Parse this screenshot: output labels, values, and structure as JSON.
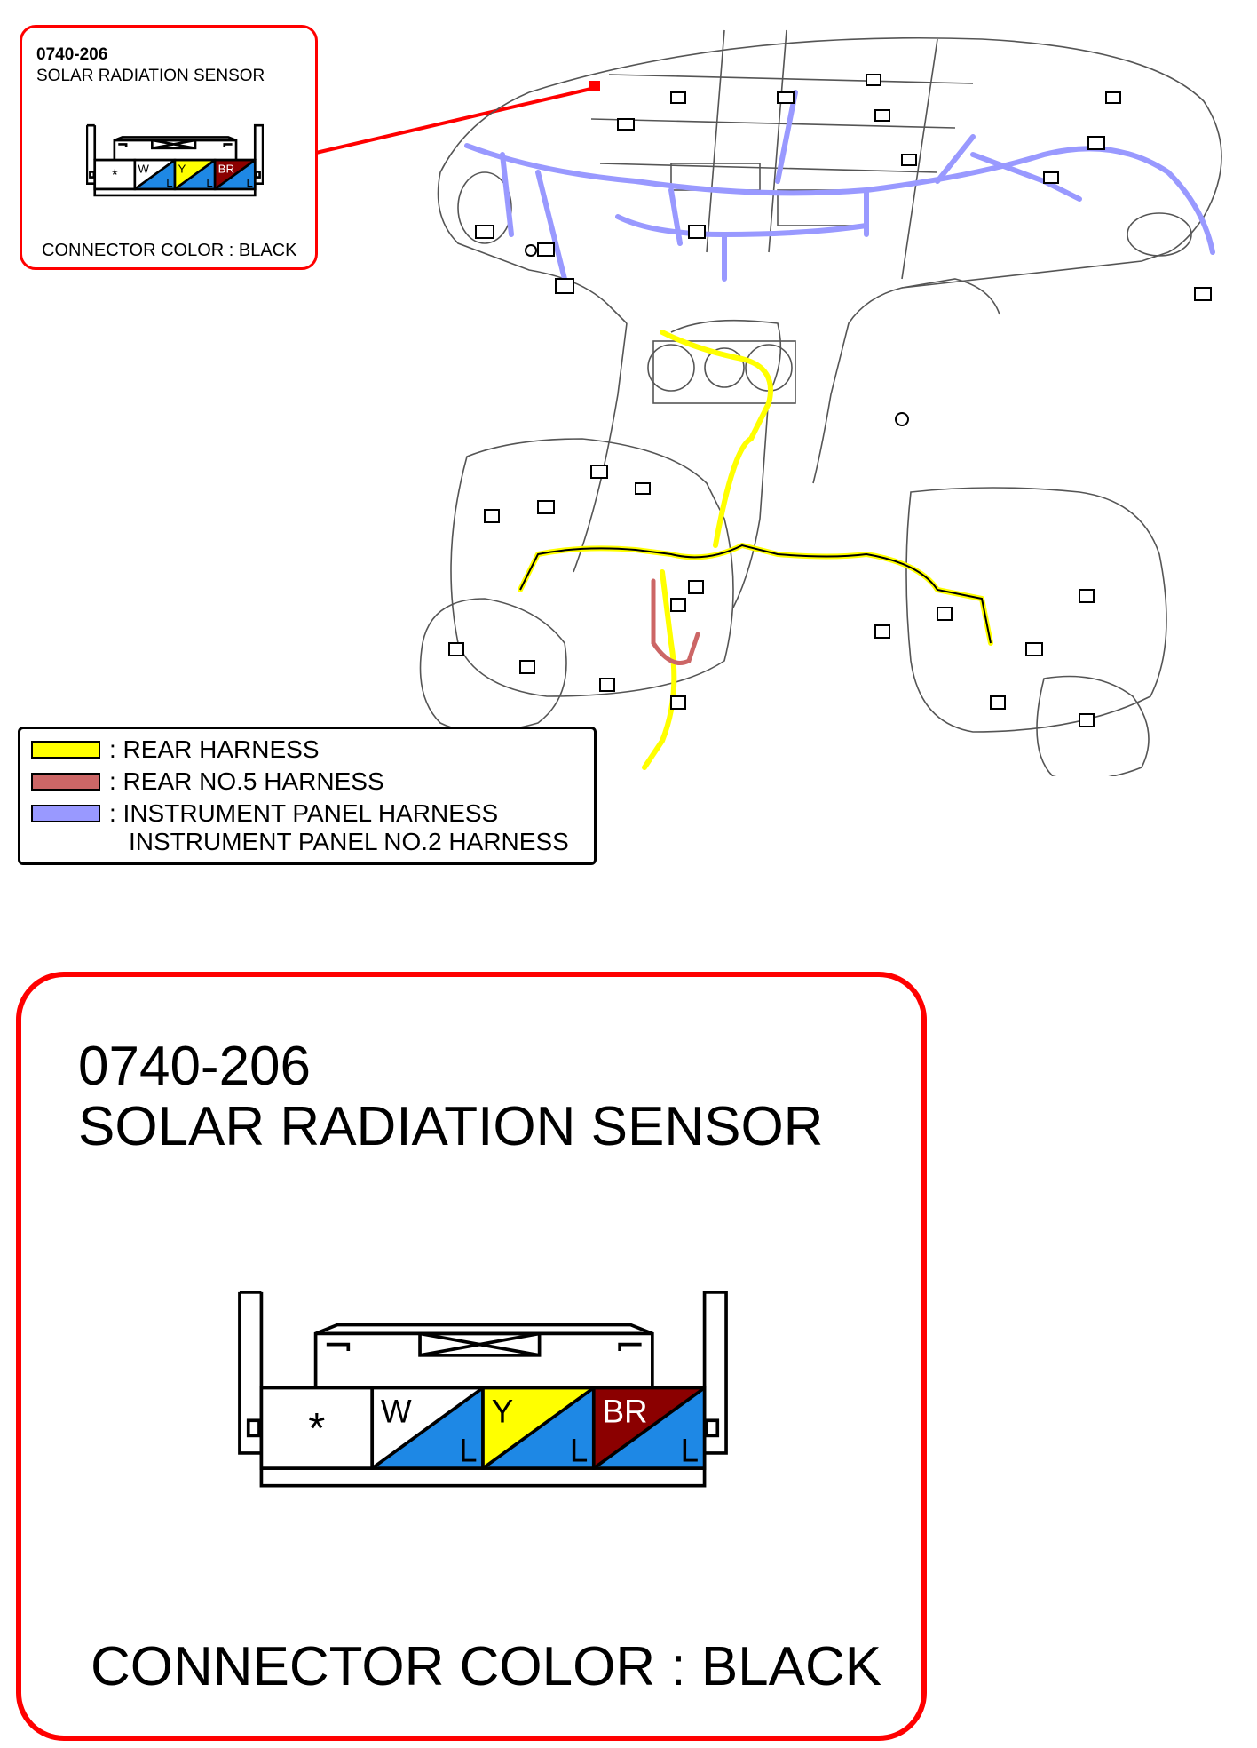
{
  "connector": {
    "code": "0740-206",
    "name": "SOLAR RADIATION SENSOR",
    "color_label": "CONNECTOR COLOR : BLACK",
    "pins": [
      {
        "symbol": "*",
        "top_label": "",
        "bottom_label": "",
        "top_color": "#ffffff",
        "bottom_color": "#ffffff"
      },
      {
        "symbol": "",
        "top_label": "W",
        "bottom_label": "L",
        "top_color": "#ffffff",
        "bottom_color": "#1e88e5"
      },
      {
        "symbol": "",
        "top_label": "Y",
        "bottom_label": "L",
        "top_color": "#ffff00",
        "bottom_color": "#1e88e5"
      },
      {
        "symbol": "",
        "top_label": "BR",
        "bottom_label": "L",
        "top_color": "#8b0000",
        "bottom_color": "#1e88e5"
      }
    ]
  },
  "legend": {
    "items": [
      {
        "label": ": REAR HARNESS",
        "color": "#ffff00"
      },
      {
        "label": ": REAR NO.5 HARNESS",
        "color": "#cc6666"
      },
      {
        "label": ": INSTRUMENT PANEL HARNESS",
        "color": "#9999ff"
      },
      {
        "label": "INSTRUMENT PANEL NO.2 HARNESS",
        "color": ""
      }
    ]
  },
  "colors": {
    "callout_border": "#ff0000",
    "rear_harness": "#ffff00",
    "rear_no5_harness": "#cc6666",
    "instrument_panel_harness": "#9999ff",
    "wire_blue": "#1e88e5"
  }
}
